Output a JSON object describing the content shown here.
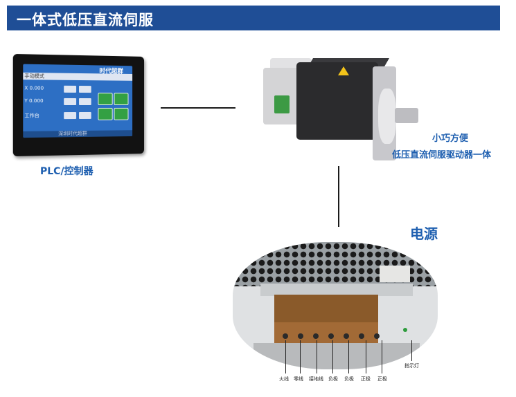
{
  "header": {
    "title": "一体式低压直流伺服"
  },
  "colors": {
    "header_bg": "#1f4e96",
    "label_blue": "#1e5fb0"
  },
  "plc": {
    "caption": "PLC/控制器",
    "brand": "时代超群",
    "screen": {
      "mode_label": "手动模式",
      "row1": "X      0.000",
      "row2": "Y      0.000",
      "row3": "工作台",
      "footer": "深圳时代超群"
    }
  },
  "motor": {
    "caption_line1": "小巧方便",
    "caption_line2": "低压直流伺服驱动器一体"
  },
  "power": {
    "caption": "电源",
    "indicator_label": "指示灯",
    "terminals": [
      "火线",
      "零线",
      "接地线",
      "负极",
      "负极",
      "正极",
      "正极"
    ]
  }
}
